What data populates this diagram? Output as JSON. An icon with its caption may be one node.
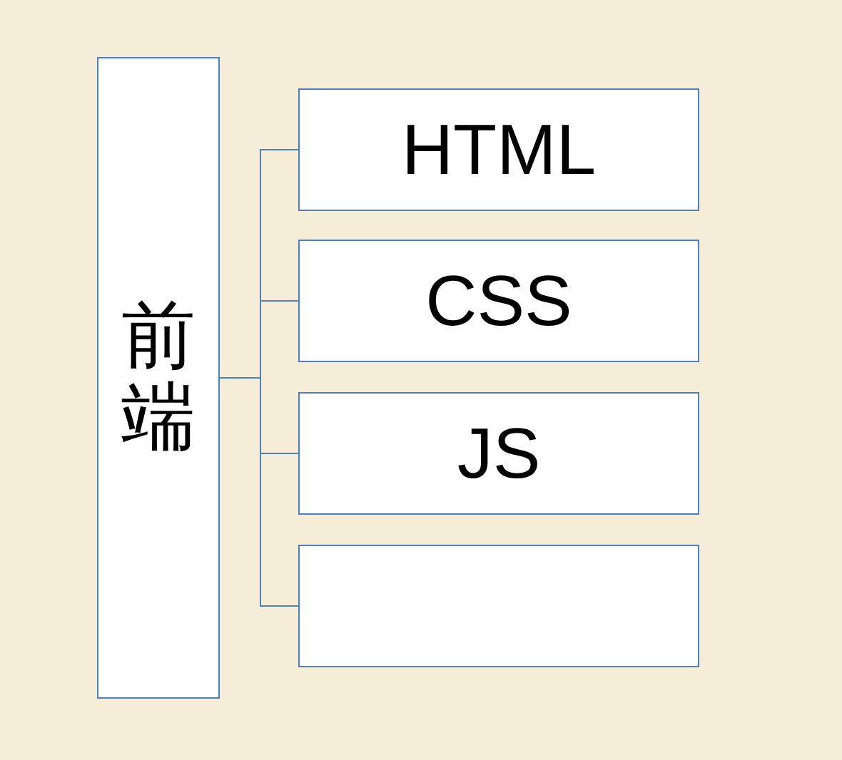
{
  "diagram": {
    "nodes": [
      {
        "text": [
          "前端"
        ]
      },
      {
        "text": [
          "HTML"
        ]
      },
      {
        "text": [
          "CSS"
        ]
      },
      {
        "text": [
          "JS"
        ]
      },
      {
        "text": [],
        "shape": "box"
      }
    ],
    "edges": [
      {
        "from": 0,
        "to": 1,
        "arrow": "none"
      },
      {
        "from": 0,
        "to": 2,
        "arrow": "none"
      },
      {
        "from": 0,
        "to": 3,
        "arrow": "none"
      },
      {
        "from": 0,
        "to": 4,
        "arrow": "none"
      }
    ]
  }
}
